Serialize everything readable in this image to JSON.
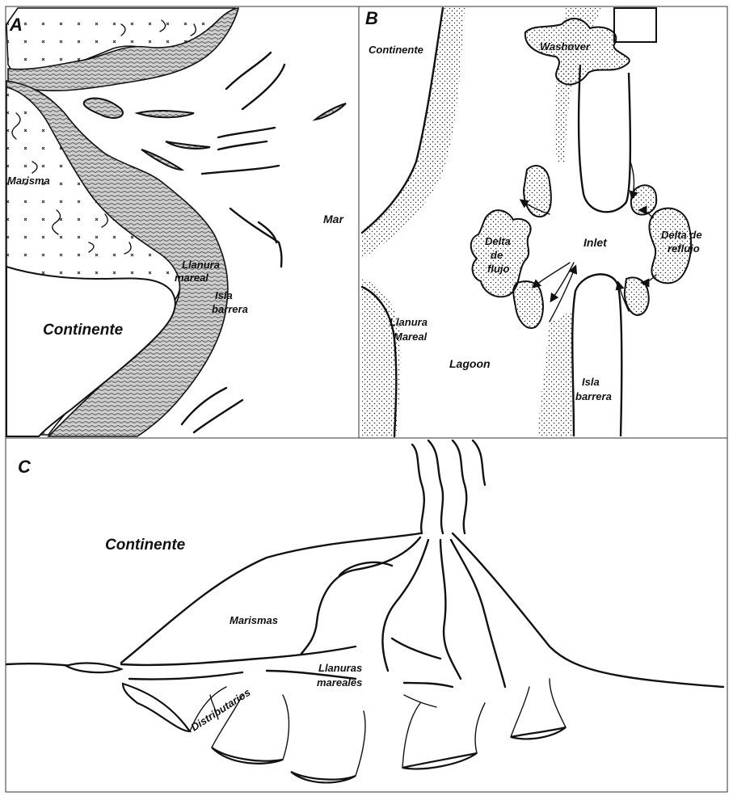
{
  "panels": {
    "a": {
      "letter": "A",
      "labels": {
        "marisma": "Marisma",
        "mar": "Mar",
        "llanura_1": "Llanura",
        "llanura_2": "mareal",
        "isla_1": "Isla",
        "isla_2": "barrera",
        "continente": "Continente"
      }
    },
    "b": {
      "letter": "B",
      "labels": {
        "continente": "Continente",
        "washover": "Washover",
        "delta_flujo_1": "Delta",
        "delta_flujo_2": "de",
        "delta_flujo_3": "flujo",
        "inlet": "Inlet",
        "delta_reflujo_1": "Delta de",
        "delta_reflujo_2": "reflujo",
        "llanura_1": "Llanura",
        "llanura_2": "Mareal",
        "lagoon": "Lagoon",
        "isla_1": "Isla",
        "isla_2": "barrera"
      }
    },
    "c": {
      "letter": "C",
      "labels": {
        "continente": "Continente",
        "marismas": "Marismas",
        "llanuras_1": "Llanuras",
        "llanuras_2": "mareales",
        "distributarios": "Distributarios"
      }
    }
  },
  "colors": {
    "ink": "#111111",
    "background": "#ffffff"
  }
}
